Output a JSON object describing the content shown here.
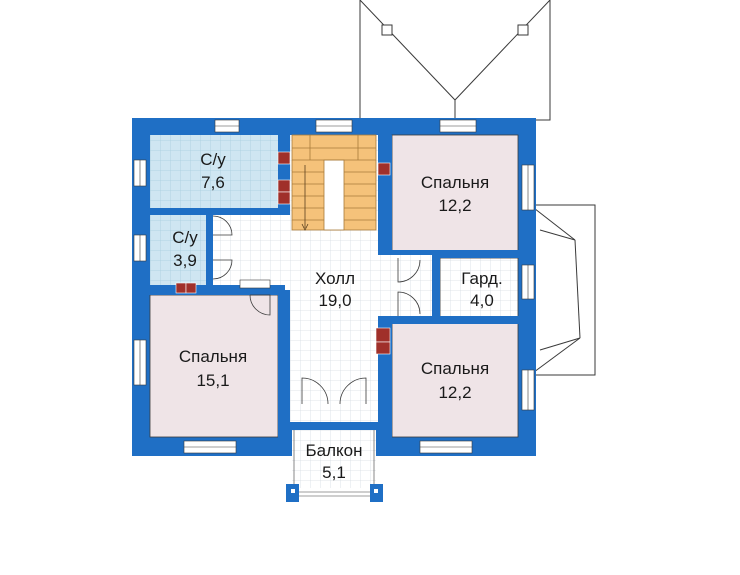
{
  "plan": {
    "rooms": [
      {
        "key": "wc1",
        "name": "С/у",
        "area": "7,6"
      },
      {
        "key": "wc2",
        "name": "С/у",
        "area": "3,9"
      },
      {
        "key": "hall",
        "name": "Холл",
        "area": "19,0"
      },
      {
        "key": "bed_nw",
        "name": "Спальня",
        "area": "15,1"
      },
      {
        "key": "bed_ne",
        "name": "Спальня",
        "area": "12,2"
      },
      {
        "key": "bed_se",
        "name": "Спальня",
        "area": "12,2"
      },
      {
        "key": "wardrobe",
        "name": "Гард.",
        "area": "4,0"
      },
      {
        "key": "balcony",
        "name": "Балкон",
        "area": "5,1"
      }
    ]
  },
  "colors": {
    "wall": "#1f6fc5",
    "bedroom_floor": "#efe4e7",
    "bath_floor": "#cfe6f2",
    "hall_floor": "#ffffff",
    "grid_line": "#d6dde3",
    "stair": "#f5c27a",
    "roof_line": "#3a3a3a",
    "chimney": "#a0302a"
  }
}
